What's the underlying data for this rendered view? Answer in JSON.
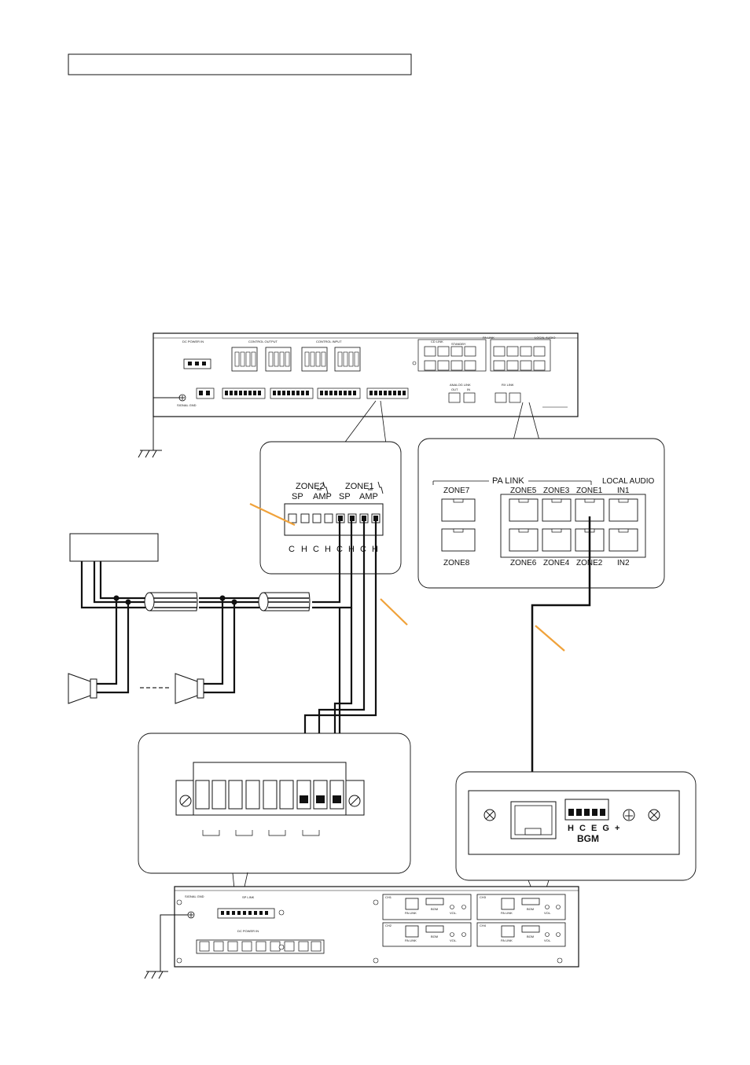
{
  "title_box": "",
  "side_box": "",
  "terminal": {
    "zone2": "ZONE2",
    "zone1": "ZONE1",
    "sp_a": "SP",
    "amp_a": "AMP",
    "sp_b": "SP",
    "amp_b": "AMP",
    "pins": [
      "C",
      "H",
      "C",
      "H",
      "C",
      "H",
      "C",
      "H"
    ]
  },
  "pa_link_panel": {
    "header": "PA LINK",
    "local_audio": "LOCAL AUDIO",
    "top_row": [
      "ZONE7",
      "ZONE5",
      "ZONE3",
      "ZONE1",
      "IN1"
    ],
    "bottom_row": [
      "ZONE8",
      "ZONE6",
      "ZONE4",
      "ZONE2",
      "IN2"
    ]
  },
  "bgm_panel": {
    "pins": "H C E G +",
    "label": "BGM"
  },
  "rear_panel_top": {
    "dc_power": "DC POWER IN",
    "control_output": "CONTROL OUTPUT",
    "control_input": "CONTROL INPUT",
    "cd_link": "CD LINK",
    "pa_link": "PA LINK",
    "local_audio": "LOCAL AUDIO",
    "standby": "STANDBY",
    "analog_link": "ANALOG LINK",
    "out": "OUT",
    "in": "IN",
    "rx_link": "RX LINK",
    "signal_gnd": "SIGNAL GND"
  },
  "rear_panel_bottom": {
    "signal_gnd": "SIGNAL GND",
    "sp_link": "SP LINK",
    "dc_power": "DC POWER IN",
    "ch_labels": [
      "CH1",
      "CH2",
      "CH3",
      "CH4"
    ],
    "module_pa_link": "PA LINK",
    "module_bgm": "BGM",
    "module_vol": "VOL."
  }
}
